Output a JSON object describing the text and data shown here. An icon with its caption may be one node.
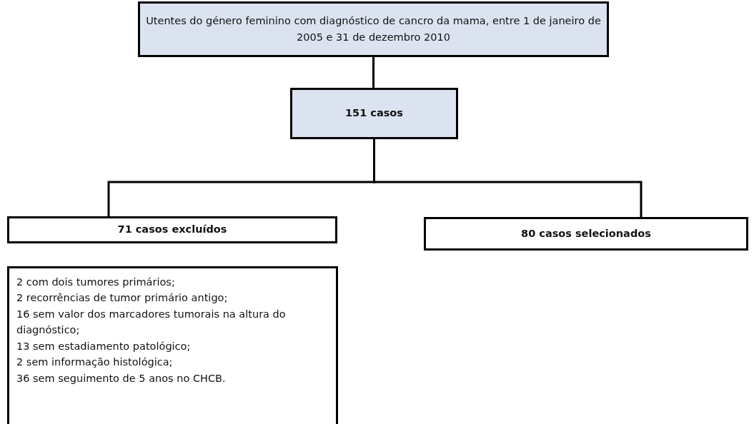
{
  "diagram": {
    "nodes": [
      {
        "text": [
          "Utentes do género feminino com diagnóstico de cancro da mama, entre 1 de janeiro de 2005 e 31 de dezembro 2010"
        ]
      },
      {
        "text": [
          "151 casos"
        ]
      },
      {
        "text": [
          "71 casos excluídos"
        ]
      },
      {
        "text": [
          "80 casos selecionados"
        ]
      },
      {
        "text": [
          "2 com dois tumores primários;",
          "2 recorrências de tumor primário antigo;",
          "16 sem valor dos marcadores tumorais na altura do diagnóstico;",
          "13 sem estadiamento patológico;",
          "2 sem informação histológica;",
          "36 sem seguimento de 5 anos no CHCB."
        ]
      }
    ],
    "edges": [
      {
        "from": 0,
        "to": 1,
        "arrow": "none"
      },
      {
        "from": 1,
        "to": 2,
        "arrow": "none"
      },
      {
        "from": 1,
        "to": 3,
        "arrow": "none"
      }
    ]
  }
}
